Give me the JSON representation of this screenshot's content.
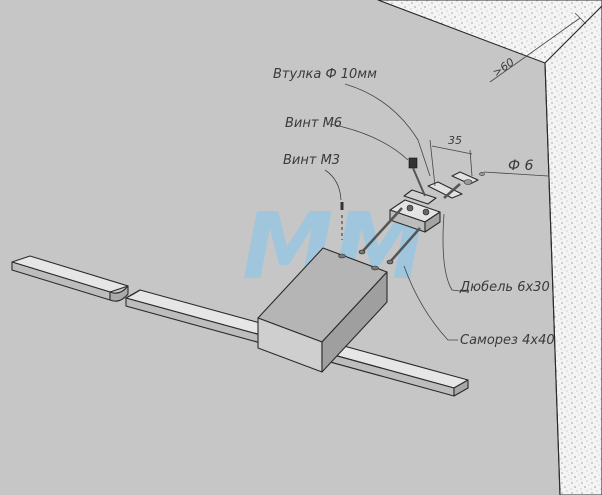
{
  "labels": {
    "vtulka": "Втулка Ф 10мм",
    "vint_m6": "Винт М6",
    "vint_m3": "Винт М3",
    "dim_35": "35",
    "phi_6": "Ф 6",
    "dim_60": ">60",
    "dubel": "Дюбель 6х30",
    "samorez": "Саморез 4х40"
  },
  "watermark": {
    "text": "MM",
    "color": "#8fc7e6"
  },
  "colors": {
    "wall": "#c9c9c9",
    "wall_edge": "#f1f1f1",
    "part": "#d9d9d9",
    "part_dark": "#a8a8a8",
    "box_top": "#b9b9b9"
  }
}
